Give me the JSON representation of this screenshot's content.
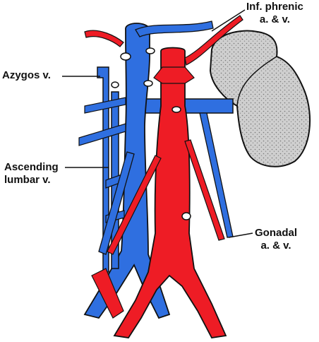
{
  "labels": {
    "inf_phrenic": {
      "line1": "Inf. phrenic",
      "line2": "a. & v."
    },
    "azygos": {
      "text": "Azygos v."
    },
    "ascending_lumbar": {
      "line1": "Ascending",
      "line2": "lumbar v."
    },
    "gonadal": {
      "line1": "Gonadal",
      "line2": "a. & v."
    }
  },
  "colors": {
    "vein": "#2f6fe0",
    "artery": "#ee1c25",
    "outline": "#111111",
    "gland_fill": "#c8c8c8"
  }
}
